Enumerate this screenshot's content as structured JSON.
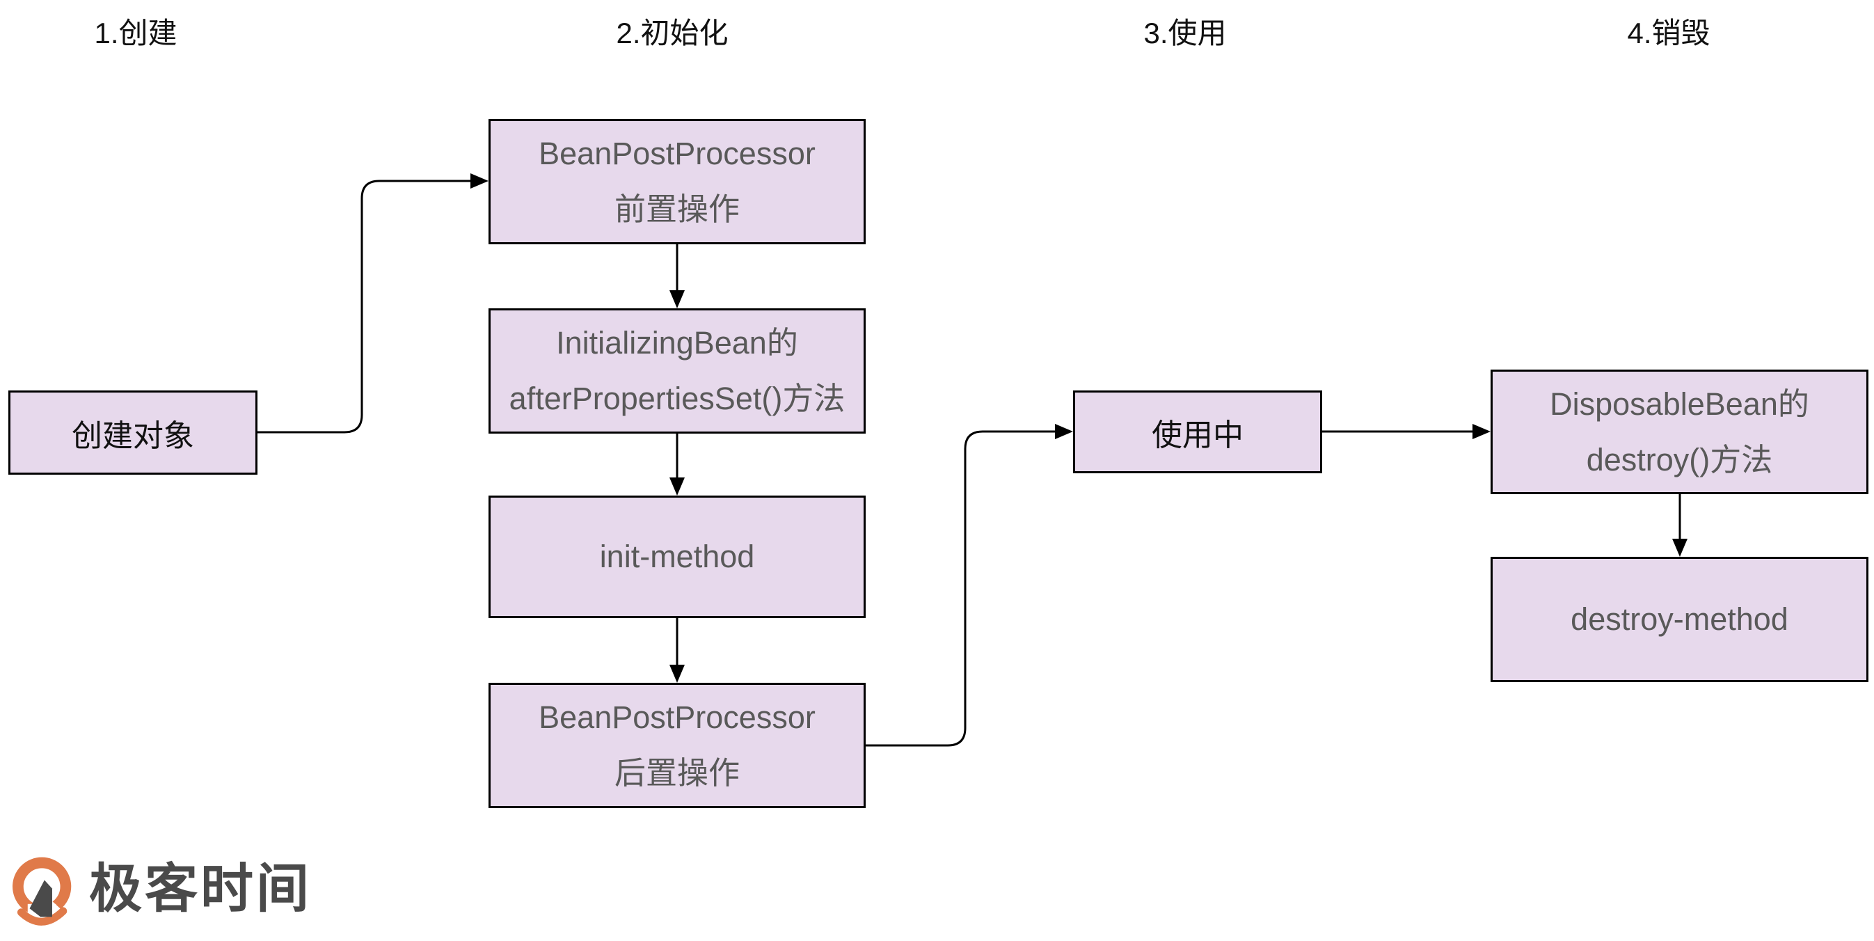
{
  "phases": [
    {
      "label": "1.创建"
    },
    {
      "label": "2.初始化"
    },
    {
      "label": "3.使用"
    },
    {
      "label": "4.销毁"
    }
  ],
  "nodes": {
    "create_object": {
      "label": "创建对象"
    },
    "bpp_before": {
      "line1": "BeanPostProcessor",
      "line2": "前置操作"
    },
    "initializing_bean": {
      "line1": "InitializingBean的",
      "line2": "afterPropertiesSet()方法"
    },
    "init_method": {
      "label": "init-method"
    },
    "bpp_after": {
      "line1": "BeanPostProcessor",
      "line2": "后置操作"
    },
    "in_use": {
      "label": "使用中"
    },
    "disposable_bean": {
      "line1": "DisposableBean的",
      "line2": "destroy()方法"
    },
    "destroy_method": {
      "label": "destroy-method"
    }
  },
  "logo": {
    "text": "极客时间"
  },
  "colors": {
    "node_fill": "#e7d9ec",
    "node_border": "#000000",
    "node_text_gray": "#595959",
    "node_text_black": "#111111",
    "arrow": "#000000",
    "logo_orange": "#e07a49",
    "logo_text": "#4a4a4a",
    "background": "#ffffff"
  }
}
